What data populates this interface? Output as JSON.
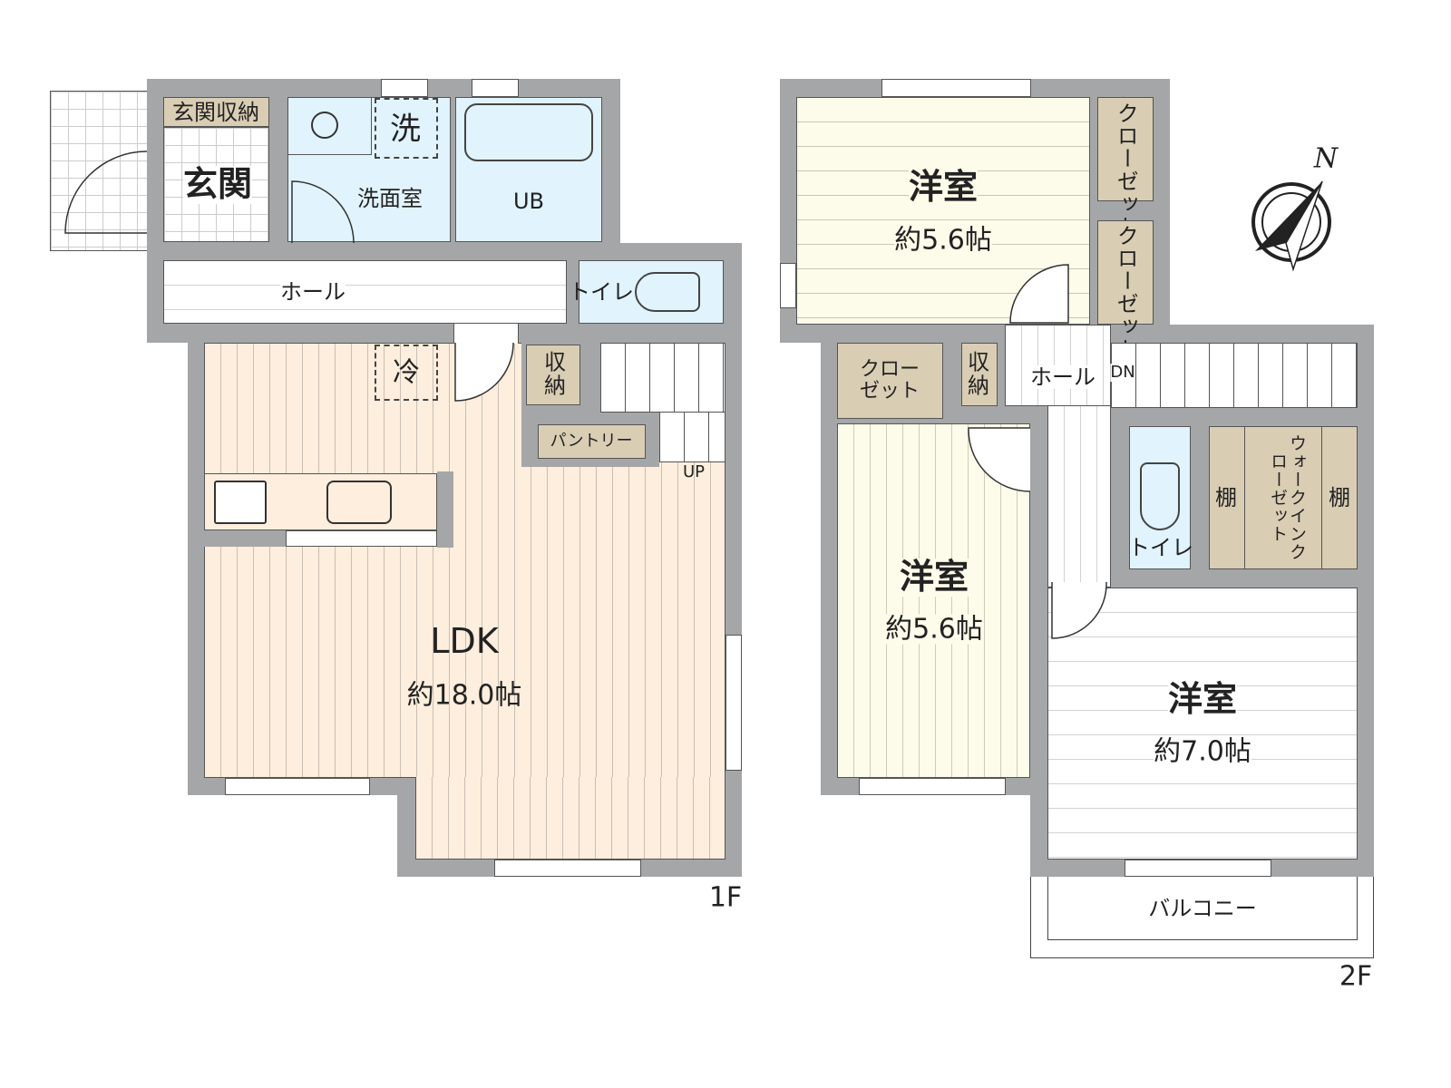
{
  "floor1": {
    "label": "1F",
    "rooms": {
      "entrance_storage": "玄関収納",
      "entrance": "玄関",
      "washer": "洗",
      "washroom": "洗面室",
      "bath": "UB",
      "hall": "ホール",
      "toilet": "トイレ",
      "fridge": "冷",
      "storage": "収納",
      "pantry": "パントリー",
      "stairs_up": "UP",
      "ldk_name": "LDK",
      "ldk_size": "約18.0帖"
    }
  },
  "floor2": {
    "label": "2F",
    "rooms": {
      "bedroom1_name": "洋室",
      "bedroom1_size": "約5.6帖",
      "closet1": "クローゼット",
      "closet2": "クローゼット",
      "closet3": "クローゼット",
      "storage": "収納",
      "hall": "ホール",
      "stairs_down": "DN",
      "bedroom2_name": "洋室",
      "bedroom2_size": "約5.6帖",
      "toilet": "トイレ",
      "shelf_left": "棚",
      "walkin_closet": "ウォークインクローゼット",
      "shelf_right": "棚",
      "bedroom3_name": "洋室",
      "bedroom3_size": "約7.0帖",
      "balcony": "バルコニー"
    }
  },
  "compass": {
    "north_label": "N"
  },
  "colors": {
    "wall": "#a5a6a8",
    "ldk_floor": "#fdeedd",
    "bedroom_floor": "#fdfbe9",
    "wet_area": "#e1f3fc",
    "storage": "#d9cdb4"
  }
}
